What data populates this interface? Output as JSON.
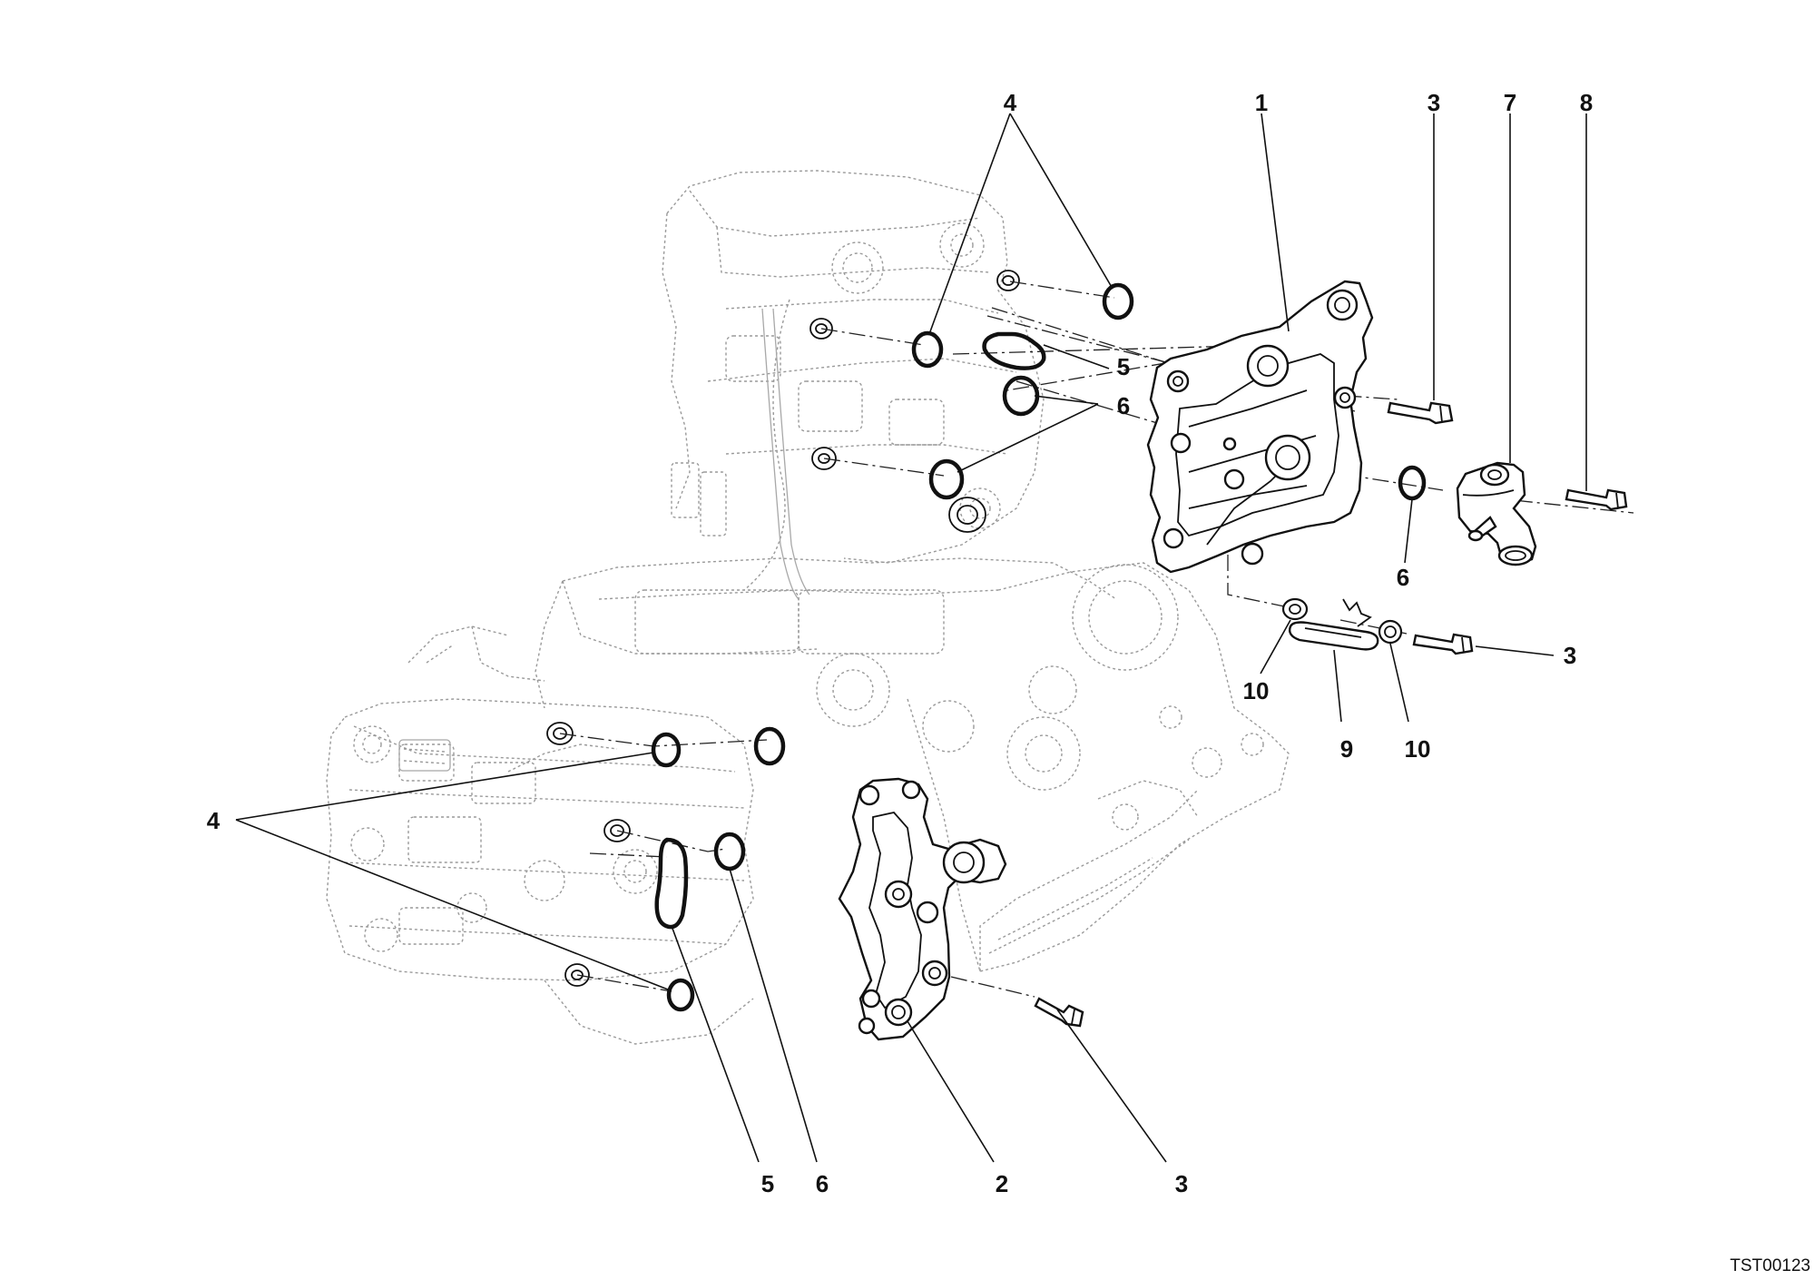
{
  "drawing_code": "TST00123",
  "callouts": {
    "c4_top": "4",
    "c1": "1",
    "c3_top": "3",
    "c7": "7",
    "c8": "8",
    "c5_right": "5",
    "c6_right": "6",
    "c6_mid": "6",
    "c3_mid": "3",
    "c10_left": "10",
    "c9": "9",
    "c10_right": "10",
    "c4_left": "4",
    "c5_bottom": "5",
    "c6_bottom": "6",
    "c2": "2",
    "c3_bottom": "3"
  }
}
